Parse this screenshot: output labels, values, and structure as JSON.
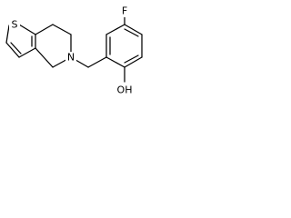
{
  "molecule": {
    "atoms": {
      "sulfur": "S",
      "nitrogen": "N",
      "fluorine": "F",
      "hydroxyl": "OH"
    }
  }
}
